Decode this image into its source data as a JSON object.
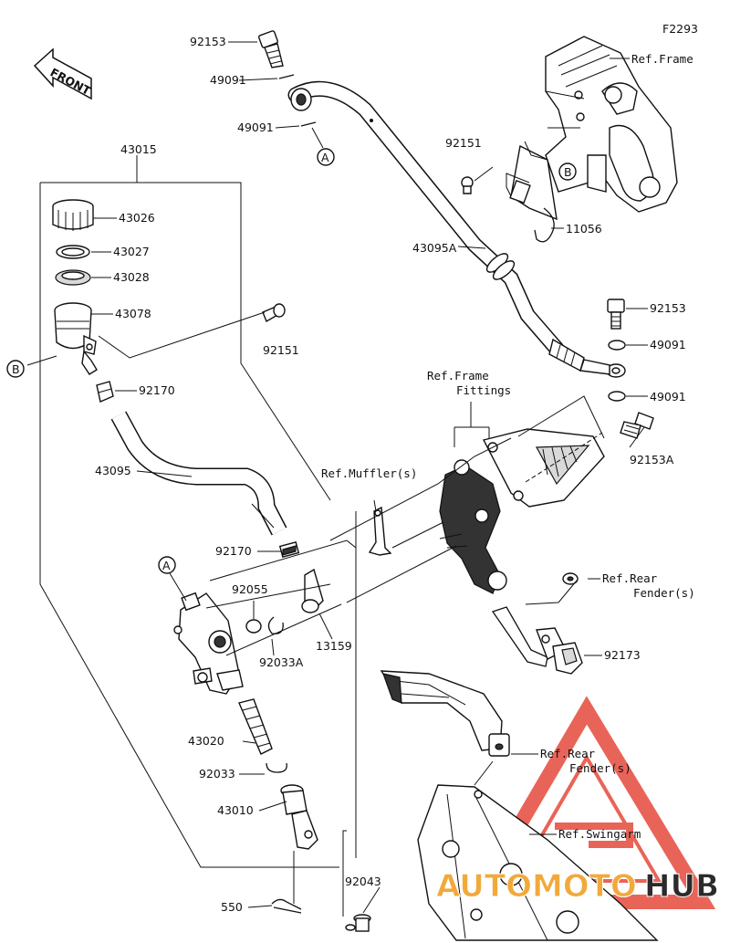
{
  "figure_code": "F2293",
  "front_label": "FRONT",
  "parts": {
    "p43015": "43015",
    "p43026": "43026",
    "p43027": "43027",
    "p43028": "43028",
    "p43078": "43078",
    "p92170a": "92170",
    "p43095": "43095",
    "p92170b": "92170",
    "p92055": "92055",
    "p92033A": "92033A",
    "p13159": "13159",
    "p43020": "43020",
    "p92033": "92033",
    "p43010": "43010",
    "p550": "550",
    "p92043": "92043",
    "p92151a": "92151",
    "p92153a": "92153",
    "p49091a": "49091",
    "p49091b": "49091",
    "p92151b": "92151",
    "p11056": "11056",
    "p43095A": "43095A",
    "p92153b": "92153",
    "p49091c": "49091",
    "p49091d": "49091",
    "p92153A": "92153A",
    "p92173": "92173"
  },
  "refs": {
    "frame": "Ref.Frame",
    "frame_fittings_1": "Ref.Frame",
    "frame_fittings_2": "Fittings",
    "muffler": "Ref.Muffler(s)",
    "rear_fender_a1": "Ref.Rear",
    "rear_fender_a2": "Fender(s)",
    "rear_fender_b1": "Ref.Rear",
    "rear_fender_b2": "Fender(s)",
    "swingarm": "Ref.Swingarm"
  },
  "callouts": {
    "A1": "A",
    "A2": "A",
    "B1": "B",
    "B2": "B"
  },
  "watermark": {
    "part1": "AUTOMOTO",
    "part2": "HUB",
    "color_red": "#e64a3c",
    "color_orange": "#f2a93b",
    "color_dark": "#2b2b2b"
  }
}
